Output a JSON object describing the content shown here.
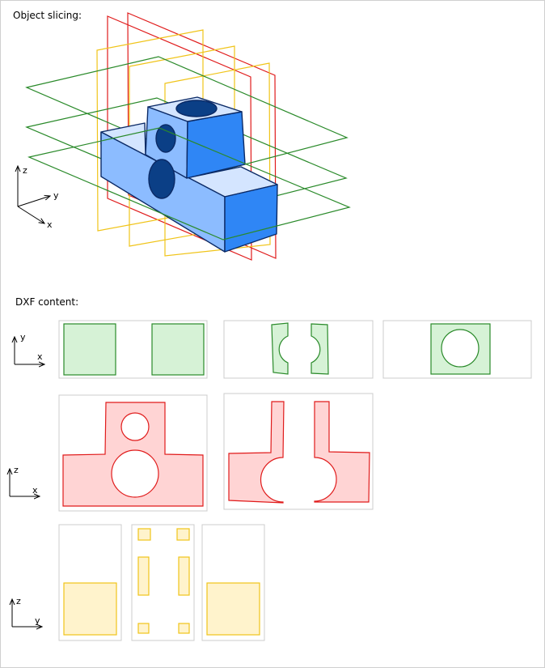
{
  "headings": {
    "slicing": "Object slicing:",
    "dxf": "DXF content:"
  },
  "axes": {
    "iso": {
      "z": "z",
      "y": "y",
      "x": "x"
    },
    "xy": {
      "v": "y",
      "h": "x"
    },
    "xz": {
      "v": "z",
      "h": "x"
    },
    "yz": {
      "v": "z",
      "h": "y"
    }
  },
  "colors": {
    "green": "#2a8a2a",
    "green_fill": "#d6f2d6",
    "red": "#e01b1b",
    "red_fill": "#ffd4d4",
    "yellow": "#f0c419",
    "yellow_fill": "#fff3cc",
    "blue_light": "#8cbcff",
    "blue_mid": "#2f86f5",
    "blue_pale": "#d4e5ff",
    "blue_dark": "#0b3f86",
    "panel_border": "#cccccc"
  }
}
